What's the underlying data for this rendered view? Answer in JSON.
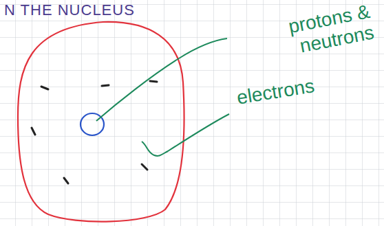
{
  "diagram": {
    "title": "N THE NUCLEUS",
    "labels": [
      "protons & neutrons",
      "electrons"
    ]
  }
}
